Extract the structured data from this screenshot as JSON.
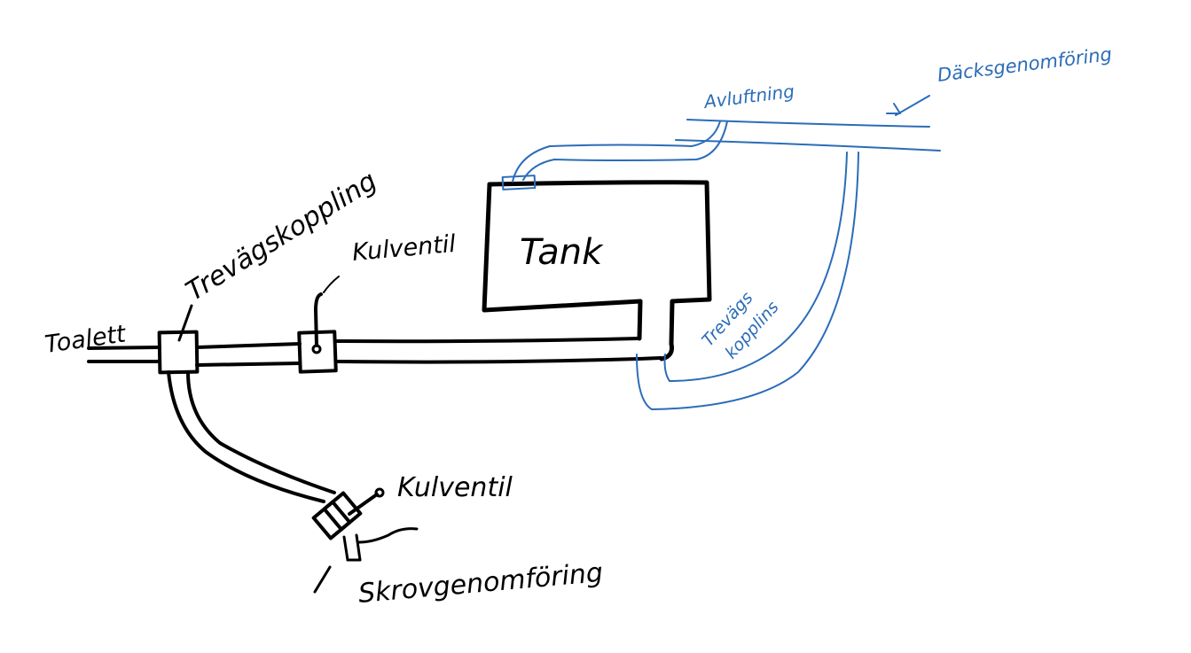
{
  "colors": {
    "ink": "#000000",
    "blue_ink": "#2b6cb8",
    "background": "#ffffff"
  },
  "labels": {
    "toalett": "Toalett",
    "trevagskoppling_top": "Trevägskoppling",
    "kulventil_top": "Kulventil",
    "tank": "Tank",
    "kulventil_bottom": "Kulventil",
    "skrovgenomforing": "Skrovgenomföring",
    "avluftning": "Avluftning",
    "dacksgenomforing": "Däcksgenomföring",
    "trevags_blue_1": "Trevägs",
    "trevags_blue_2": "kopplins"
  }
}
